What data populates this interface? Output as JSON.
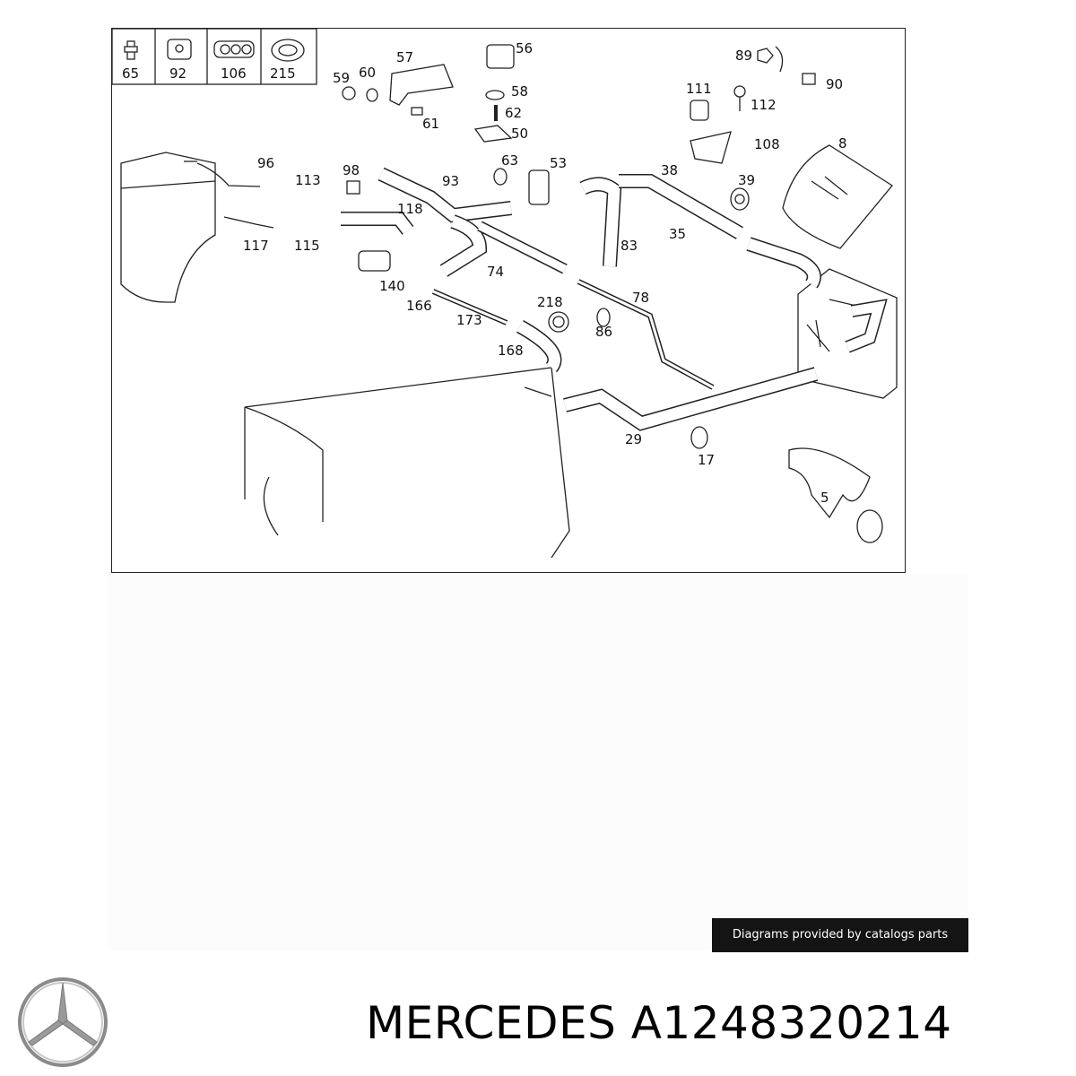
{
  "diagram": {
    "legend": [
      {
        "icon": "hose-clamp-icon",
        "number": "65"
      },
      {
        "icon": "bracket-icon",
        "number": "92"
      },
      {
        "icon": "triple-clip-icon",
        "number": "106"
      },
      {
        "icon": "band-clamp-icon",
        "number": "215"
      }
    ],
    "part_labels": [
      "57",
      "56",
      "59",
      "60",
      "58",
      "62",
      "61",
      "50",
      "89",
      "90",
      "111",
      "112",
      "108",
      "8",
      "96",
      "113",
      "98",
      "93",
      "63",
      "53",
      "38",
      "39",
      "117",
      "115",
      "118",
      "140",
      "166",
      "74",
      "83",
      "35",
      "218",
      "86",
      "78",
      "173",
      "168",
      "29",
      "17",
      "5"
    ]
  },
  "credit": "Diagrams provided by catalogs parts",
  "brand": {
    "logo_icon": "mercedes-star-icon",
    "text": "MERCEDES A1248320214"
  }
}
